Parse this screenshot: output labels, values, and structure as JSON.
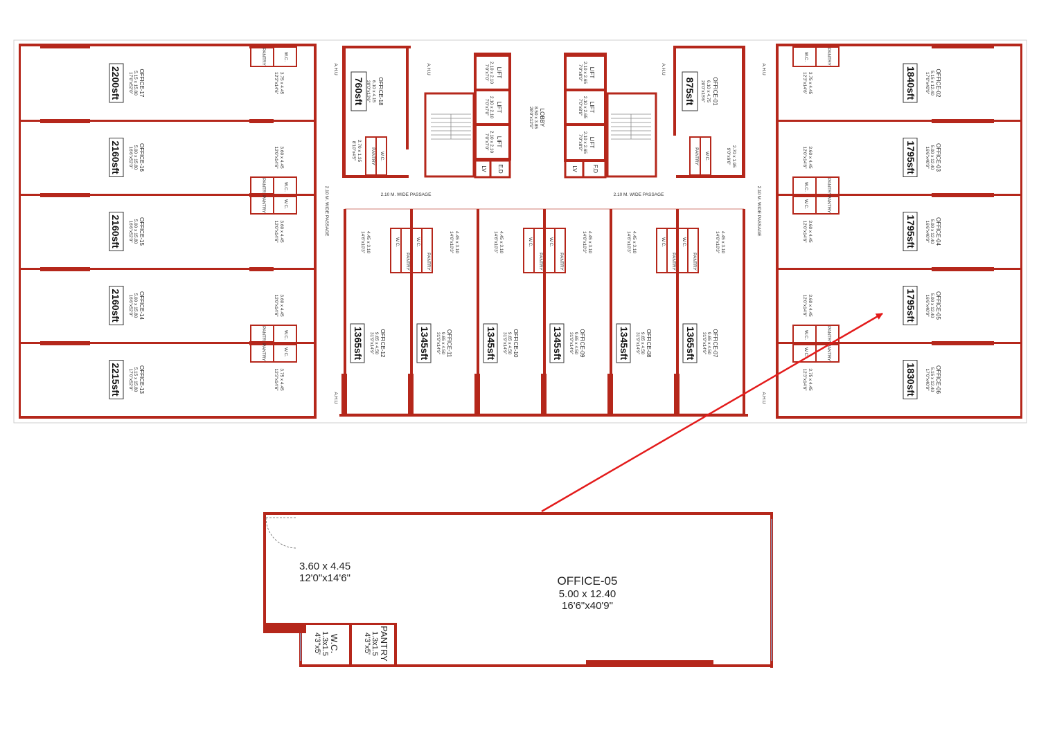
{
  "plan": {
    "left_offices": [
      {
        "name": "OFFICE-17",
        "dims": "5.15 x 15.80",
        "dims_ft": "17'0\"x52'0\"",
        "area": "2200sft",
        "cabin": "3.75 x 4.45",
        "cabin_ft": "12'3\"x14'6\""
      },
      {
        "name": "OFFICE-16",
        "dims": "5.00 x 15.80",
        "dims_ft": "16'6\"x52'0\"",
        "area": "2160sft",
        "cabin": "3.60 x 4.45",
        "cabin_ft": "12'0\"x14'6\""
      },
      {
        "name": "OFFICE-15",
        "dims": "5.00 x 15.80",
        "dims_ft": "16'6\"x52'0\"",
        "area": "2160sft",
        "cabin": "3.60 x 4.45",
        "cabin_ft": "12'0\"x14'6\""
      },
      {
        "name": "OFFICE-14",
        "dims": "5.00 x 15.80",
        "dims_ft": "16'6\"x52'0\"",
        "area": "2160sft",
        "cabin": "3.60 x 4.45",
        "cabin_ft": "12'0\"x14'6\""
      },
      {
        "name": "OFFICE-13",
        "dims": "5.15 x 15.80",
        "dims_ft": "17'0\"x52'0\"",
        "area": "2215sft",
        "cabin": "3.75 x 4.45",
        "cabin_ft": "12'3\"x14'6\""
      }
    ],
    "right_offices": [
      {
        "name": "OFFICE-02",
        "dims": "5.15 x 12.40",
        "dims_ft": "17'0\"x40'9\"",
        "area": "1840sft",
        "cabin": "3.75 x 4.45",
        "cabin_ft": "12'3\"x14'6\""
      },
      {
        "name": "OFFICE-03",
        "dims": "5.00 x 12.40",
        "dims_ft": "16'6\"x40'9\"",
        "area": "1795sft",
        "cabin": "3.60 x 4.45",
        "cabin_ft": "12'0\"x14'6\""
      },
      {
        "name": "OFFICE-04",
        "dims": "5.00 x 12.40",
        "dims_ft": "16'6\"x40'9\"",
        "area": "1795sft",
        "cabin": "3.60 x 4.45",
        "cabin_ft": "12'0\"x14'6\""
      },
      {
        "name": "OFFICE-05",
        "dims": "5.00 x 12.40",
        "dims_ft": "16'6\"x40'9\"",
        "area": "1795sft",
        "cabin": "3.60 x 4.45",
        "cabin_ft": "12'0\"x14'6\""
      },
      {
        "name": "OFFICE-06",
        "dims": "5.15 x 12.40",
        "dims_ft": "17'0\"x40'9\"",
        "area": "1830sft",
        "cabin": "3.75 x 4.45",
        "cabin_ft": "12'3\"x14'6\""
      }
    ],
    "mid_offices": [
      {
        "name": "OFFICE-12",
        "dims": "9.65 x 4.50",
        "dims_ft": "31'9\"x14'9\"",
        "area": "1365sft",
        "cabin": "4.45 x 3.10",
        "cabin_ft": "14'6\"x10'3\""
      },
      {
        "name": "OFFICE-11",
        "dims": "9.65 x 4.50",
        "dims_ft": "31'9\"x14'9\"",
        "area": "1345sft",
        "cabin": "4.45 x 3.10",
        "cabin_ft": "14'6\"x10'3\""
      },
      {
        "name": "OFFICE-10",
        "dims": "9.65 x 4.50",
        "dims_ft": "31'9\"x14'9\"",
        "area": "1345sft",
        "cabin": "4.45 x 3.10",
        "cabin_ft": "14'6\"x10'3\""
      },
      {
        "name": "OFFICE-09",
        "dims": "9.65 x 4.50",
        "dims_ft": "31'9\"x14'9\"",
        "area": "1345sft",
        "cabin": "4.45 x 3.10",
        "cabin_ft": "14'6\"x10'3\""
      },
      {
        "name": "OFFICE-08",
        "dims": "9.65 x 4.50",
        "dims_ft": "31'9\"x14'9\"",
        "area": "1345sft",
        "cabin": "4.45 x 3.10",
        "cabin_ft": "14'6\"x10'3\""
      },
      {
        "name": "OFFICE-07",
        "dims": "9.65 x 4.50",
        "dims_ft": "31'9\"x14'9\"",
        "area": "1365sft",
        "cabin": "4.45 x 3.10",
        "cabin_ft": "14'6\"x10'3\""
      }
    ],
    "office_18": {
      "name": "OFFICE-18",
      "dims": "6.10 x 4.15",
      "dims_ft": "20'0\"x13'6\"",
      "area": "760sft",
      "cabin": "2.70 x 1.35",
      "cabin_ft": "8'10\"x4'5\""
    },
    "office_01": {
      "name": "OFFICE-01",
      "dims": "6.10 x 4.75",
      "dims_ft": "20'0\"x15'6\"",
      "area": "875sft",
      "cabin": "2.70 x 1.95",
      "cabin_ft": "9'0\"x6'6\""
    },
    "wc_label": "W.C.",
    "wc_dims": "1.3x1.5",
    "wc_ft": "4'3\"x5'",
    "pantry_label": "PANTRY",
    "pantry_dims": "1.3x1.5",
    "pantry_ft": "4'3\"x5'",
    "lift_label": "LIFT",
    "lift_dims": "2.10 x 2.10",
    "lift_ft": "7'0\"x7'0\"",
    "lift_dims_b": "2.10 x 2.65",
    "lift_ft_b": "7'0\"x8'9\"",
    "lobby_label": "LOBBY",
    "lobby_dims": "8.50 x 3.85",
    "lobby_ft": "28'0\"x12'9\"",
    "ahu_label": "A.H.U",
    "lv_label": "LV",
    "ed_label": "E.D",
    "fd_label": "F.D",
    "passage_label": "2.10 M. WIDE PASSAGE"
  },
  "detail": {
    "name": "OFFICE-05",
    "dims": "5.00 x 12.40",
    "dims_ft": "16'6\"x40'9\"",
    "cabin": "3.60 x 4.45",
    "cabin_ft": "12'0\"x14'6\"",
    "wc_label": "W.C.",
    "wc_dims": "1.3x1.5",
    "wc_ft": "4'3\"x5'",
    "pantry_label": "PANTRY",
    "pantry_dims": "1.3x1.5",
    "pantry_ft": "4'3\"x5'"
  },
  "colors": {
    "wall": "#b5271b",
    "arrow": "#e31b1b",
    "glass": "#8aa0c8"
  }
}
